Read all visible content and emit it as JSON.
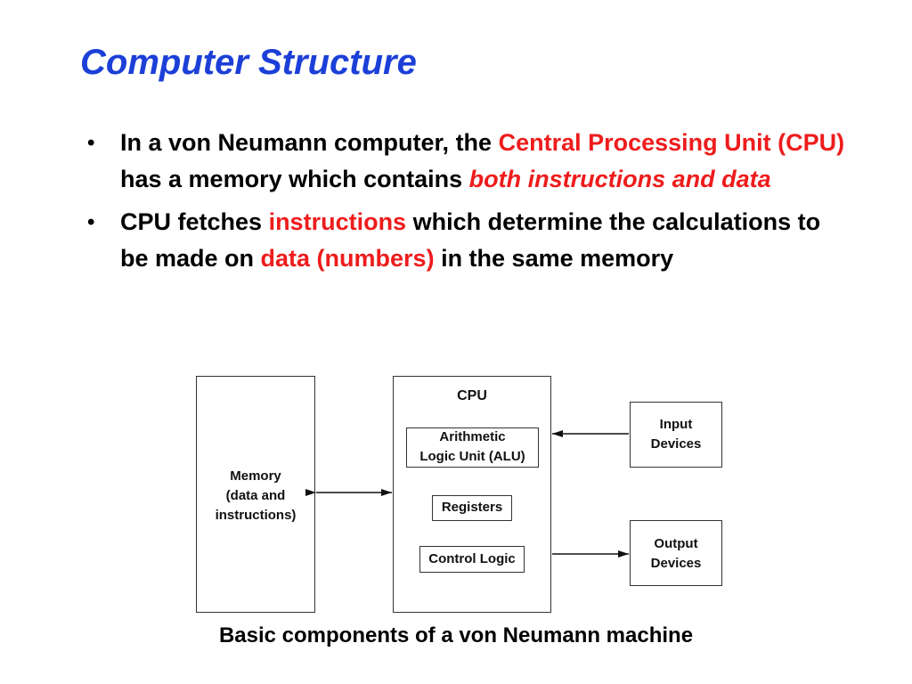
{
  "title": "Computer Structure",
  "bullets": [
    {
      "t1": "In a von Neumann computer, the ",
      "t2": "Central Processing Unit (CPU)",
      "t3": " has a memory which contains ",
      "t4": "both instructions and data"
    },
    {
      "t1": "CPU fetches ",
      "t2": "instructions",
      "t3": " which determine the calculations to be made on ",
      "t4": "data (numbers)",
      "t5": " in the same memory"
    }
  ],
  "bullet_char": "•",
  "diagram": {
    "memory": "Memory\n(data and\ninstructions)",
    "cpu": "CPU",
    "alu": "Arithmetic\nLogic Unit (ALU)",
    "registers": "Registers",
    "control": "Control Logic",
    "input": "Input\nDevices",
    "output": "Output\nDevices"
  },
  "caption": "Basic components of a von Neumann machine",
  "colors": {
    "title": "#1c3fd8",
    "highlight": "#ee1c1c"
  }
}
